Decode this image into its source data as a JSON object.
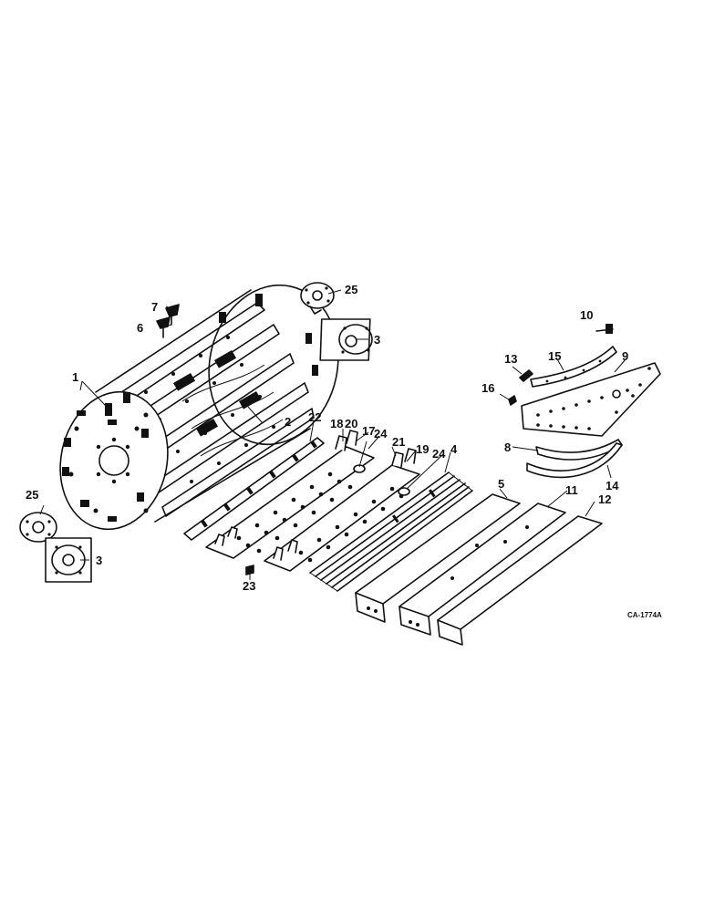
{
  "diagram_code": "CA-1774A",
  "callouts": {
    "c1": "1",
    "c2": "2",
    "c3a": "3",
    "c3b": "3",
    "c4": "4",
    "c5": "5",
    "c6": "6",
    "c7": "7",
    "c8": "8",
    "c9": "9",
    "c10": "10",
    "c11": "11",
    "c12": "12",
    "c13": "13",
    "c14": "14",
    "c15": "15",
    "c16": "16",
    "c17": "17",
    "c18": "18",
    "c19": "19",
    "c20": "20",
    "c21": "21",
    "c22": "22",
    "c23": "23",
    "c24a": "24",
    "c24b": "24",
    "c25a": "25",
    "c25b": "25"
  }
}
